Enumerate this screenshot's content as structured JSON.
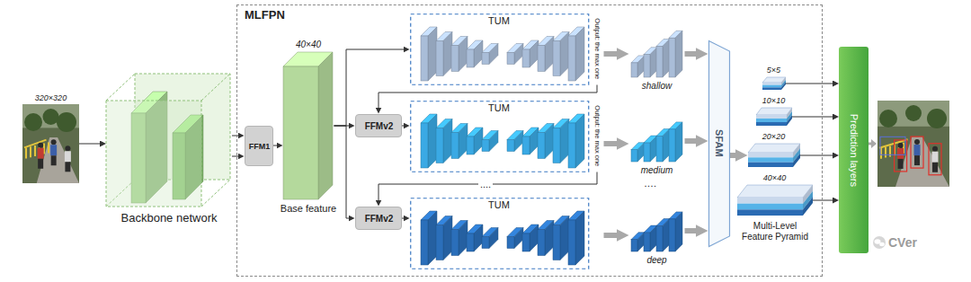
{
  "diagram": {
    "nodes": [
      {
        "text": [
          "320×320"
        ]
      },
      {
        "text": [
          "Backbone network"
        ]
      },
      {
        "text": [
          "MLFPN"
        ]
      },
      {
        "text": [
          "FFM1"
        ],
        "in": 2
      },
      {
        "text": [
          "40×40",
          "Base feature"
        ],
        "in": 2
      },
      {
        "text": [
          "TUM",
          "Output: the max one"
        ],
        "in": 2
      },
      {
        "text": [
          "shallow"
        ],
        "in": 2
      },
      {
        "text": [
          "FFMv2"
        ],
        "in": 2
      },
      {
        "text": [
          "TUM",
          "Output: the max one"
        ],
        "in": 2
      },
      {
        "text": [
          "medium"
        ],
        "in": 2
      },
      {
        "text": [
          "FFMv2"
        ],
        "in": 2
      },
      {
        "text": [
          "TUM"
        ],
        "in": 2
      },
      {
        "text": [
          "deep"
        ],
        "in": 2
      },
      {
        "text": [
          "SFAM"
        ],
        "in": 2
      },
      {
        "text": [
          "5×5"
        ],
        "in": 2
      },
      {
        "text": [
          "10×10"
        ],
        "in": 2
      },
      {
        "text": [
          "20×20"
        ],
        "in": 2
      },
      {
        "text": [
          "40×40"
        ],
        "in": 2
      },
      {
        "text": [
          "Prediction layers"
        ]
      }
    ],
    "edges": [
      {
        "from": 0,
        "to": 1,
        "arrow": "to"
      },
      {
        "from": 1,
        "to": 3,
        "arrow": "to"
      },
      {
        "from": 1,
        "to": 3,
        "arrow": "to"
      },
      {
        "from": 3,
        "to": 4,
        "arrow": "to"
      },
      {
        "from": 4,
        "to": 5,
        "arrow": "to"
      },
      {
        "from": 4,
        "to": 7,
        "arrow": "to"
      },
      {
        "from": 4,
        "to": 10,
        "arrow": "to"
      },
      {
        "from": 5,
        "to": 6,
        "arrow": "to"
      },
      {
        "from": 5,
        "to": 7,
        "arrow": "to"
      },
      {
        "from": 7,
        "to": 8,
        "arrow": "to"
      },
      {
        "from": 8,
        "to": 9,
        "arrow": "to"
      },
      {
        "from": 8,
        "to": 10,
        "arrow": "to",
        "label": "...."
      },
      {
        "from": 10,
        "to": 11,
        "arrow": "to"
      },
      {
        "from": 11,
        "to": 12,
        "arrow": "to"
      },
      {
        "from": 6,
        "to": 13,
        "arrow": "to"
      },
      {
        "from": 9,
        "to": 13,
        "arrow": "to"
      },
      {
        "from": 12,
        "to": 13,
        "arrow": "to"
      },
      {
        "from": 13,
        "to": 16,
        "arrow": "to"
      },
      {
        "from": 14,
        "to": 18,
        "arrow": "to"
      },
      {
        "from": 15,
        "to": 18,
        "arrow": "to"
      },
      {
        "from": 16,
        "to": 18,
        "arrow": "to"
      },
      {
        "from": 17,
        "to": 18,
        "arrow": "to"
      }
    ],
    "labels": [
      "….",
      "Multi-Level Feature Pyramid",
      "CVer"
    ]
  }
}
